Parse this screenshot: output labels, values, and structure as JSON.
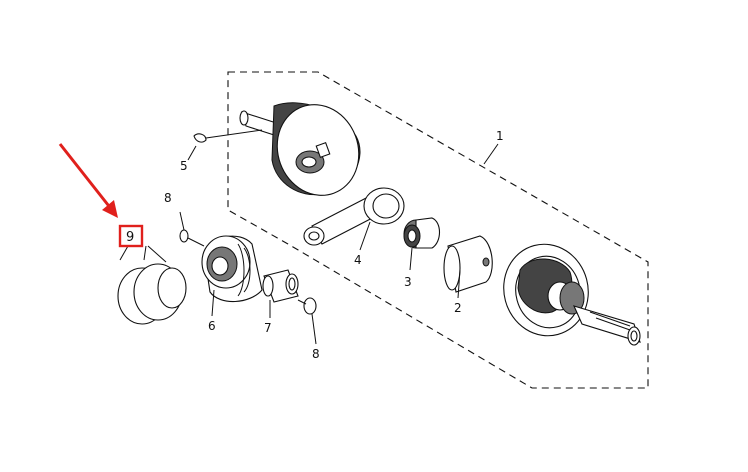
{
  "diagram": {
    "callouts": {
      "c1": "1",
      "c2": "2",
      "c3": "3",
      "c4": "4",
      "c5": "5",
      "c6": "6",
      "c7": "7",
      "c8a": "8",
      "c8b": "8",
      "c9": "9"
    },
    "highlight": {
      "target": "9",
      "box_color": "#e0201c",
      "arrow_color": "#e0201c"
    }
  }
}
